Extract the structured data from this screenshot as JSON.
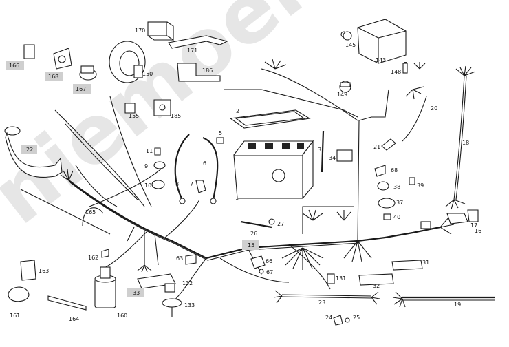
{
  "diagram": {
    "watermark": "niemoeller",
    "parts": {
      "p1": "1",
      "p2": "2",
      "p3": "3",
      "p5": "5",
      "p6": "6",
      "p7": "7",
      "p8": "8",
      "p9": "9",
      "p10": "10",
      "p11": "11",
      "p15": "15",
      "p16": "16",
      "p17": "17",
      "p18": "18",
      "p19": "19",
      "p20": "20",
      "p21": "21",
      "p22": "22",
      "p23": "23",
      "p24": "24",
      "p25": "25",
      "p26": "26",
      "p27": "27",
      "p31": "31",
      "p32": "32",
      "p33": "33",
      "p34": "34",
      "p37": "37",
      "p38": "38",
      "p39": "39",
      "p40": "40",
      "p63": "63",
      "p66": "66",
      "p67": "67",
      "p68": "68",
      "p131": "131",
      "p132": "132",
      "p133": "133",
      "p143": "143",
      "p145": "145",
      "p148": "148",
      "p149": "149",
      "p150": "150",
      "p155": "155",
      "p160": "160",
      "p161": "161",
      "p162": "162",
      "p163": "163",
      "p164": "164",
      "p165": "165",
      "p166": "166",
      "p167": "167",
      "p168": "168",
      "p170": "170",
      "p171": "171",
      "p185": "185",
      "p186": "186"
    }
  }
}
